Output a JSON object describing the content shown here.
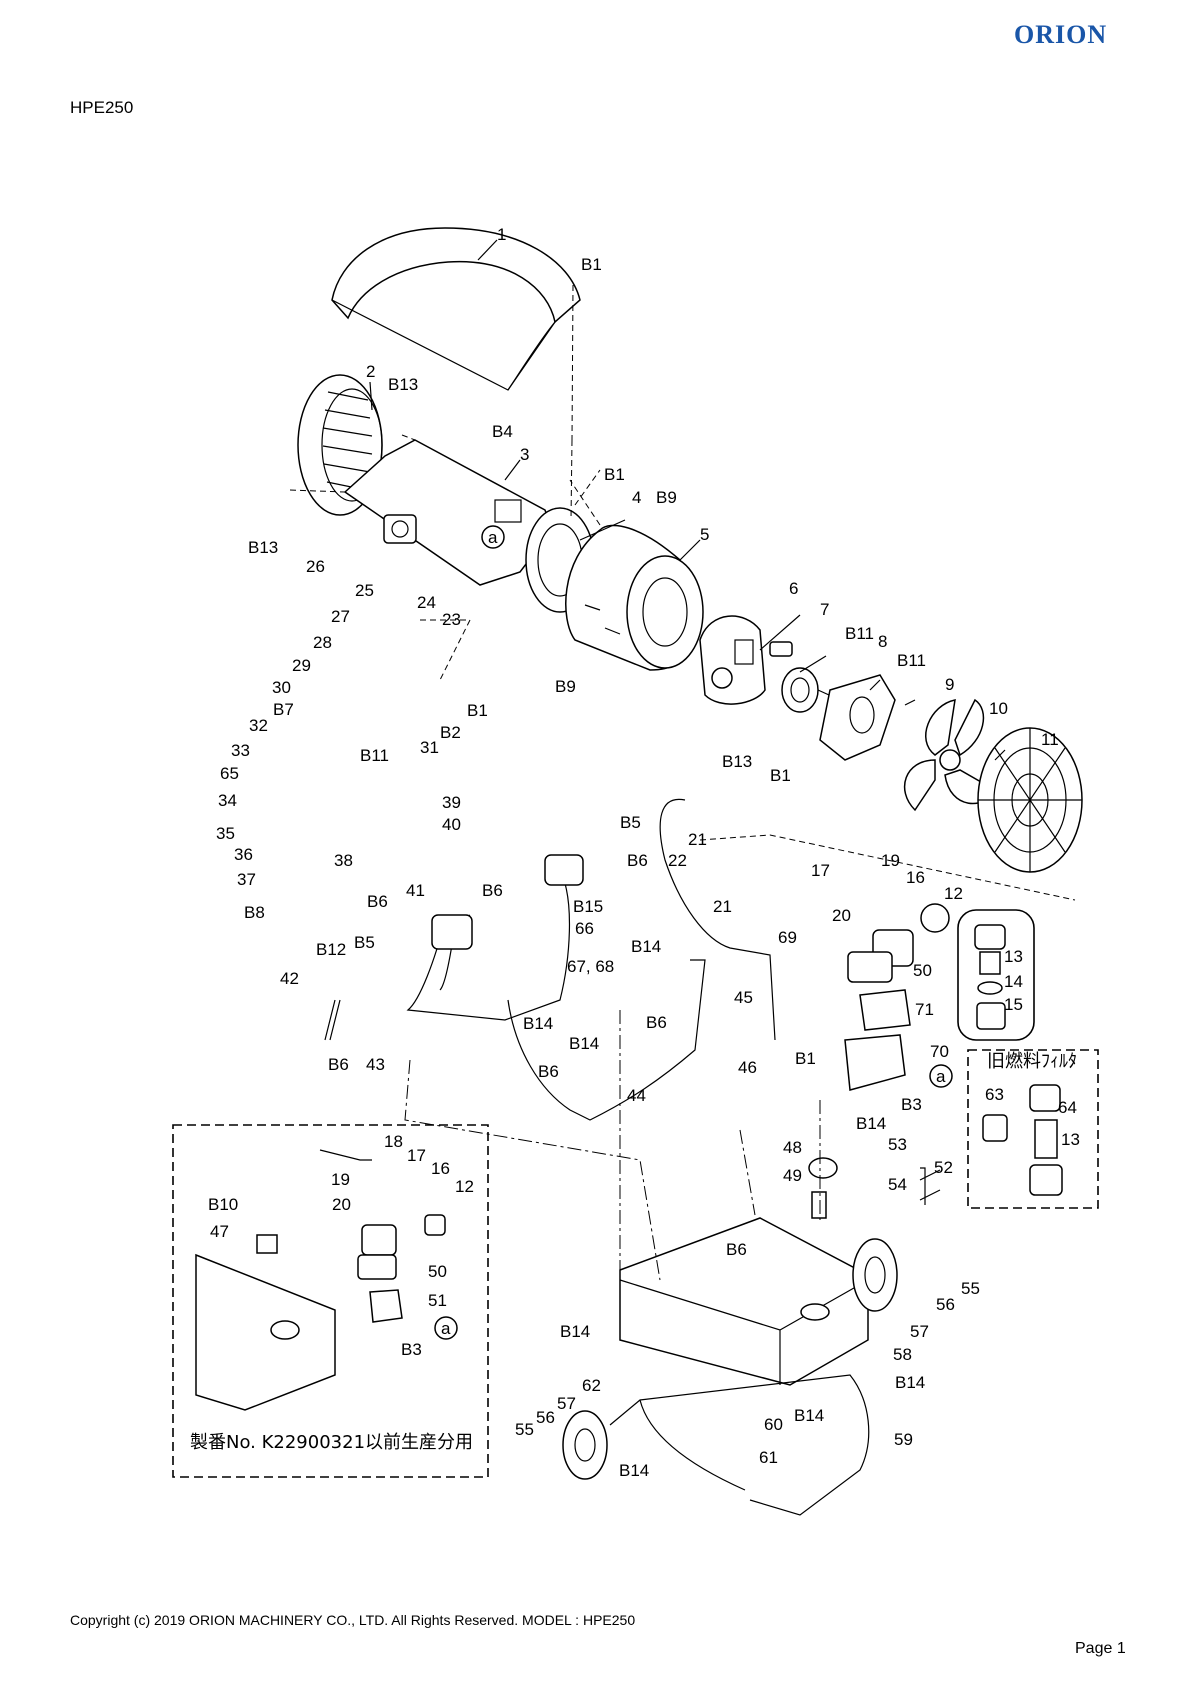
{
  "header": {
    "brand": "ORION",
    "model": "HPE250"
  },
  "footer": {
    "copyright": "Copyright (c) 2019 ORION MACHINERY CO., LTD. All Rights Reserved.      MODEL : HPE250",
    "page": "Page 1"
  },
  "insets": {
    "old_fuel_filter_title": "旧燃料ﾌｨﾙﾀ",
    "previous_production_note": "製番No. K22900321以前生産分用"
  },
  "labels": {
    "l1": "1",
    "l2": "2",
    "l3": "3",
    "l4": "4",
    "l5": "5",
    "l6": "6",
    "l7": "7",
    "l8": "8",
    "l9": "9",
    "l10": "10",
    "l11": "11",
    "l12": "12",
    "l13": "13",
    "l14": "14",
    "l15": "15",
    "l16": "16",
    "l17": "17",
    "l19": "19",
    "l20": "20",
    "l21a": "21",
    "l21b": "21",
    "l22": "22",
    "l23": "23",
    "l24": "24",
    "l25": "25",
    "l26": "26",
    "l27": "27",
    "l28": "28",
    "l29": "29",
    "l30": "30",
    "l31": "31",
    "l32": "32",
    "l33": "33",
    "l34": "34",
    "l35": "35",
    "l36": "36",
    "l37": "37",
    "l38": "38",
    "l39": "39",
    "l40": "40",
    "l41": "41",
    "l42": "42",
    "l43": "43",
    "l44": "44",
    "l45": "45",
    "l46": "46",
    "l48": "48",
    "l49": "49",
    "l50": "50",
    "l52": "52",
    "l53": "53",
    "l54": "54",
    "l55": "55",
    "l56": "56",
    "l57": "57",
    "l58": "58",
    "l59": "59",
    "l60": "60",
    "l61": "61",
    "l62": "62",
    "l65": "65",
    "l66": "66",
    "l6768": "67, 68",
    "l69": "69",
    "l70": "70",
    "l71": "71",
    "b1a": "B1",
    "b1b": "B1",
    "b1c": "B1",
    "b1d": "B1",
    "b1e": "B1",
    "b2": "B2",
    "b3": "B3",
    "b4": "B4",
    "b5a": "B5",
    "b5b": "B5",
    "b6a": "B6",
    "b6b": "B6",
    "b6c": "B6",
    "b6d": "B6",
    "b6e": "B6",
    "b6f": "B6",
    "b6g": "B6",
    "b7": "B7",
    "b8": "B8",
    "b9a": "B9",
    "b9b": "B9",
    "b11a": "B11",
    "b11b": "B11",
    "b11c": "B11",
    "b12": "B12",
    "b13a": "B13",
    "b13b": "B13",
    "b13c": "B13",
    "b14a": "B14",
    "b14b": "B14",
    "b14c": "B14",
    "b14d": "B14",
    "b14e": "B14",
    "b14f": "B14",
    "b14g": "B14",
    "b14h": "B14",
    "b15": "B15",
    "ref_a1": "a",
    "ref_a2": "a",
    "f13": "13",
    "f14": "14",
    "f15": "15",
    "o63": "63",
    "o64": "64",
    "o13": "13",
    "i18": "18",
    "i17": "17",
    "i16": "16",
    "i19": "19",
    "i12": "12",
    "i20": "20",
    "ib10": "B10",
    "i47": "47",
    "i50": "50",
    "i51": "51",
    "ia": "a",
    "ib3": "B3",
    "w55": "55",
    "w56": "56",
    "w57": "57"
  }
}
